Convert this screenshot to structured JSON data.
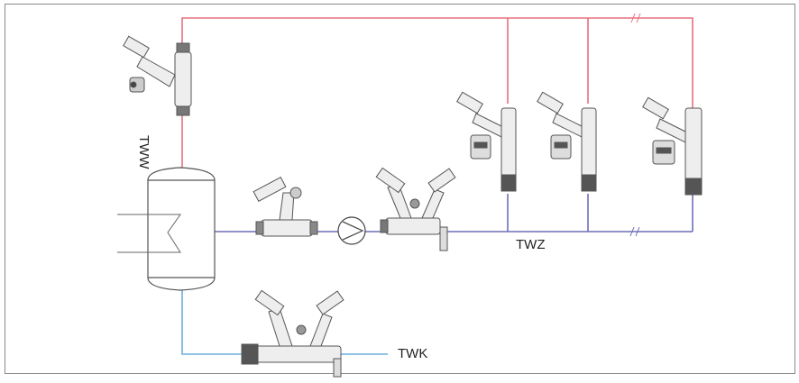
{
  "labels": {
    "hot_water": "TWW",
    "circulation": "TWZ",
    "cold_water": "TWK"
  },
  "colors": {
    "hot_line": "#e8707e",
    "circulation_line": "#6f6fb8",
    "cold_line": "#6aaee0",
    "component_stroke": "#555555",
    "frame": "#888888"
  },
  "icons": [
    "balancing-valve-icon",
    "circulation-pump-icon",
    "heat-exchanger-icon",
    "storage-tank-icon"
  ]
}
